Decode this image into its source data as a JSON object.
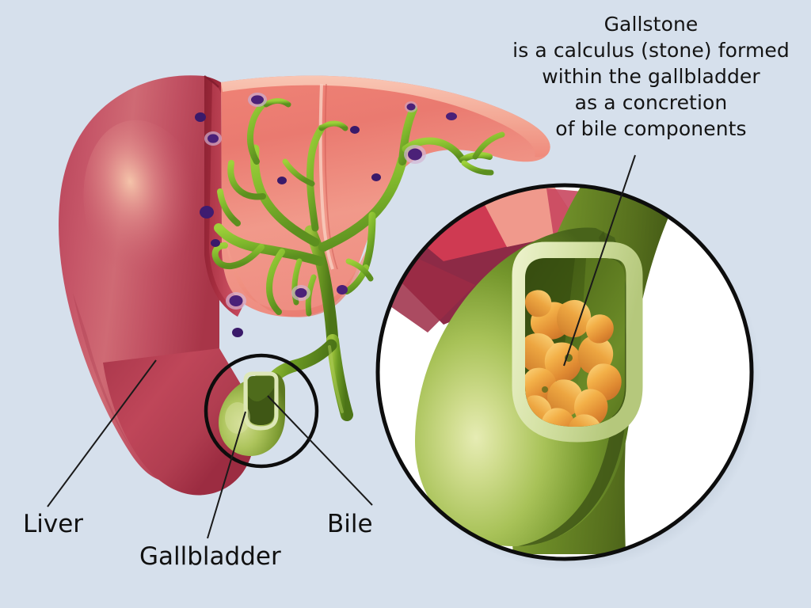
{
  "illustration": {
    "title": "Gallstone in the gallbladder — anatomical cutaway illustration",
    "background_color": "#d6e0ec"
  },
  "caption": {
    "lines": [
      "Gallstone",
      "is a calculus (stone) formed",
      "within the gallbladder",
      "as a concretion",
      "of bile components"
    ]
  },
  "labels": {
    "liver": "Liver",
    "gallbladder": "Gallbladder",
    "bile": "Bile"
  },
  "colors": {
    "background": "#d6e0ec",
    "liver_left_lobe": "#bd4a5c",
    "liver_cut_face": "#ea7a70",
    "liver_cut_face_light": "#f2a193",
    "liver_rim": "#f6b3a4",
    "liver_dark_crease": "#9e2639",
    "biliary_tree_green": "#7db52e",
    "biliary_tree_dark": "#4e7a1c",
    "vessel_purple": "#5b2d82",
    "gallbladder_light": "#c3d17e",
    "gallbladder_mid": "#8ca83c",
    "gallbladder_dark": "#4e6218",
    "gallbladder_rim": "#cfdda4",
    "gallstone_orange": "#f0a63c",
    "gallstone_shadow": "#cf7a2e",
    "magnifier_fill": "#ffffff",
    "outline_black": "#101010"
  },
  "parts": {
    "liver": "liver-organ",
    "biliary_tree": "biliary-tree",
    "common_bile_duct": "common-bile-duct",
    "cystic_duct": "cystic-duct",
    "gallbladder_small": "gallbladder-small",
    "magnifier_circle_small": "magnifier-circle-small",
    "magnifier_circle_large": "magnifier-circle-large",
    "gallbladder_magnified": "gallbladder-magnified",
    "gallstones": "gallstones-cluster"
  },
  "leader_lines": {
    "liver": "leader-line-liver",
    "gallbladder": "leader-line-gallbladder",
    "bile": "leader-line-bile",
    "gallstone": "leader-line-gallstone"
  }
}
